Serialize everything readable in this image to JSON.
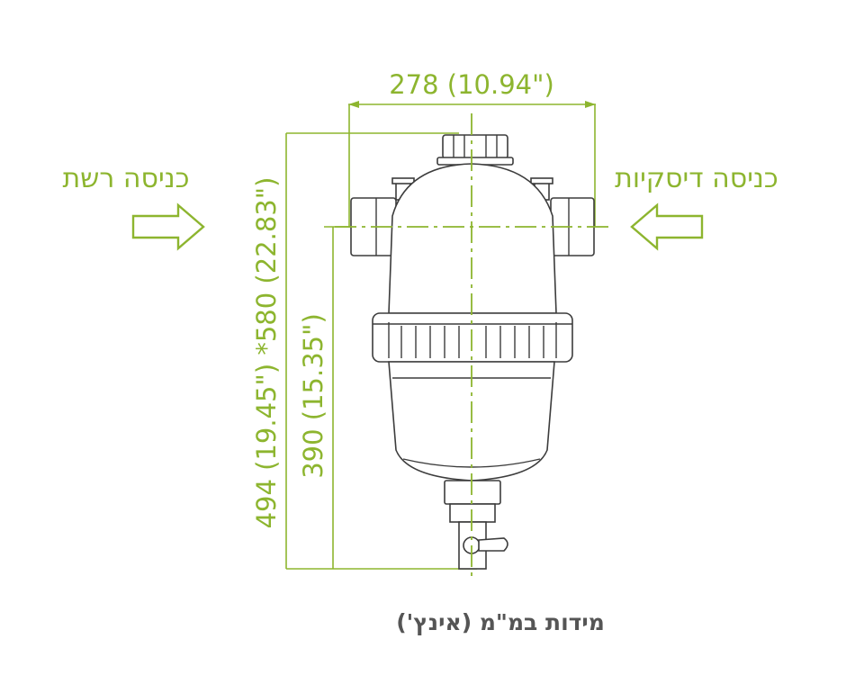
{
  "dimensions": {
    "width": "278 (10.94\")",
    "height_total": "494 (19.45\") *580 (22.83\")",
    "height_inlet": "390 (15.35\")"
  },
  "labels": {
    "left_inlet": "כניסה רשת",
    "right_inlet": "כניסה דיסקיות"
  },
  "caption": "מידות במ\"מ (אינץ')",
  "colors": {
    "accent": "#8db52f",
    "outline": "#3c3c3c",
    "caption": "#555555"
  }
}
